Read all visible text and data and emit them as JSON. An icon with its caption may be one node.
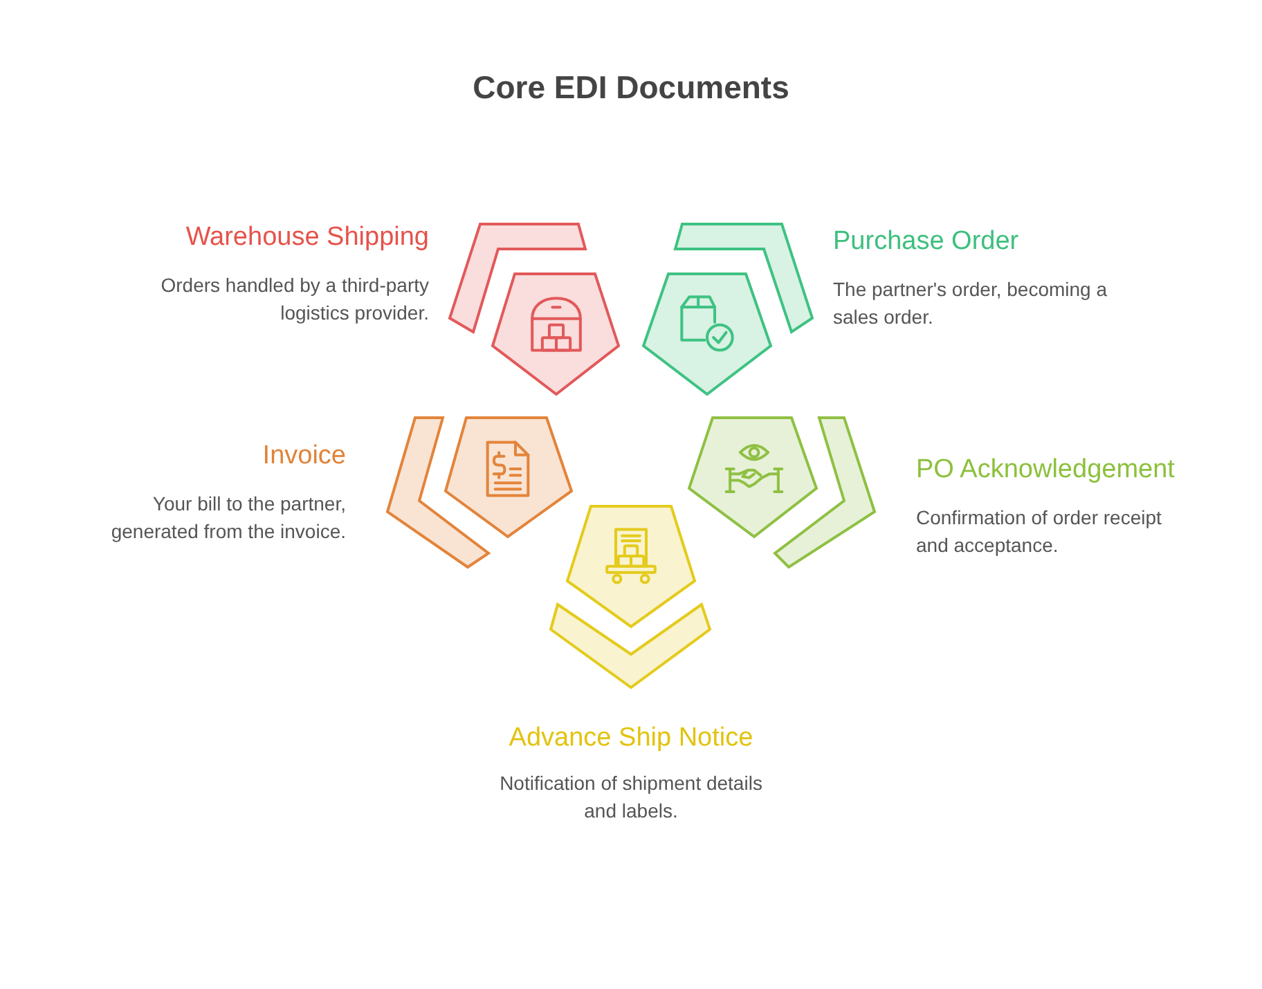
{
  "diagram": {
    "title": "Core EDI Documents",
    "nodes": [
      {
        "text": [
          "Warehouse Shipping",
          "Orders handled by a third-party logistics provider."
        ]
      },
      {
        "text": [
          "Purchase Order",
          "The partner's order, becoming a sales order."
        ]
      },
      {
        "text": [
          "Invoice",
          "Your bill to the partner, generated from the invoice."
        ]
      },
      {
        "text": [
          "PO Acknowledgement",
          "Confirmation of order receipt and acceptance."
        ]
      },
      {
        "text": [
          "Advance Ship Notice",
          "Notification of shipment details and labels."
        ]
      }
    ]
  }
}
